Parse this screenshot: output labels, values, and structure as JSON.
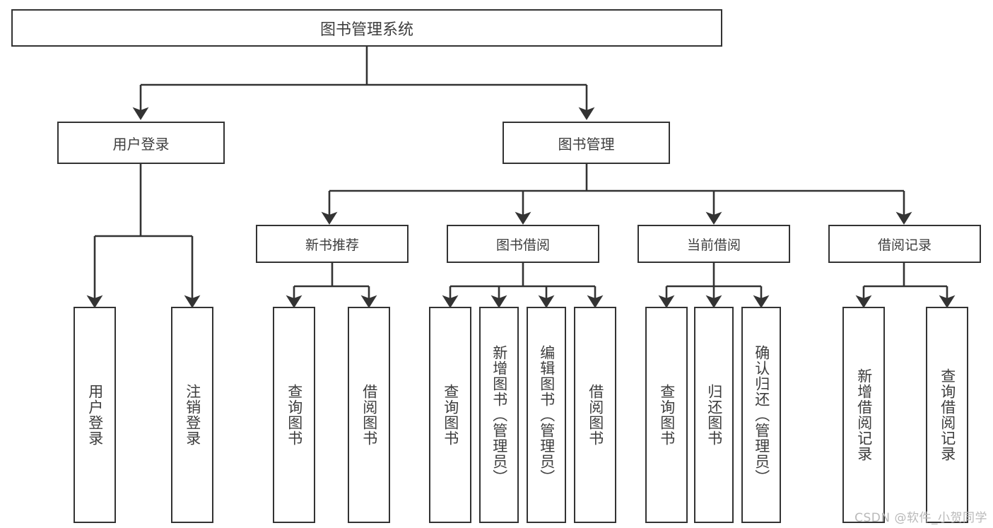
{
  "diagram": {
    "title": "图书管理系统",
    "type": "tree-hierarchy",
    "watermark": "CSDN @软件_小贺同学",
    "colors": {
      "box_border": "#333333",
      "box_fill": "#ffffff",
      "text": "#3d3d3d",
      "edge": "#333333",
      "watermark": "#b9b9b9"
    },
    "nodes": {
      "root": {
        "label": "图书管理系统"
      },
      "level2": [
        {
          "id": "user-login",
          "label": "用户登录"
        },
        {
          "id": "book-manage",
          "label": "图书管理"
        }
      ],
      "level3": [
        {
          "id": "new-book-rec",
          "label": "新书推荐"
        },
        {
          "id": "book-borrow",
          "label": "图书借阅"
        },
        {
          "id": "current-borrow",
          "label": "当前借阅"
        },
        {
          "id": "borrow-record",
          "label": "借阅记录"
        }
      ],
      "leaves": {
        "user-login": [
          {
            "id": "leaf-user-login",
            "label": "用户登录"
          },
          {
            "id": "leaf-user-logout",
            "label": "注销登录"
          }
        ],
        "new-book-rec": [
          {
            "id": "leaf-query-book-1",
            "label": "查询图书"
          },
          {
            "id": "leaf-borrow-book-1",
            "label": "借阅图书"
          }
        ],
        "book-borrow": [
          {
            "id": "leaf-query-book-2",
            "label": "查询图书"
          },
          {
            "id": "leaf-add-book",
            "label": "新增图书（管理员）"
          },
          {
            "id": "leaf-edit-book",
            "label": "编辑图书（管理员）"
          },
          {
            "id": "leaf-borrow-book-2",
            "label": "借阅图书"
          }
        ],
        "current-borrow": [
          {
            "id": "leaf-query-book-3",
            "label": "查询图书"
          },
          {
            "id": "leaf-return-book",
            "label": "归还图书"
          },
          {
            "id": "leaf-confirm-return",
            "label": "确认归还（管理员）"
          }
        ],
        "borrow-record": [
          {
            "id": "leaf-add-record",
            "label": "新增借阅记录"
          },
          {
            "id": "leaf-query-record",
            "label": "查询借阅记录"
          }
        ]
      }
    }
  }
}
